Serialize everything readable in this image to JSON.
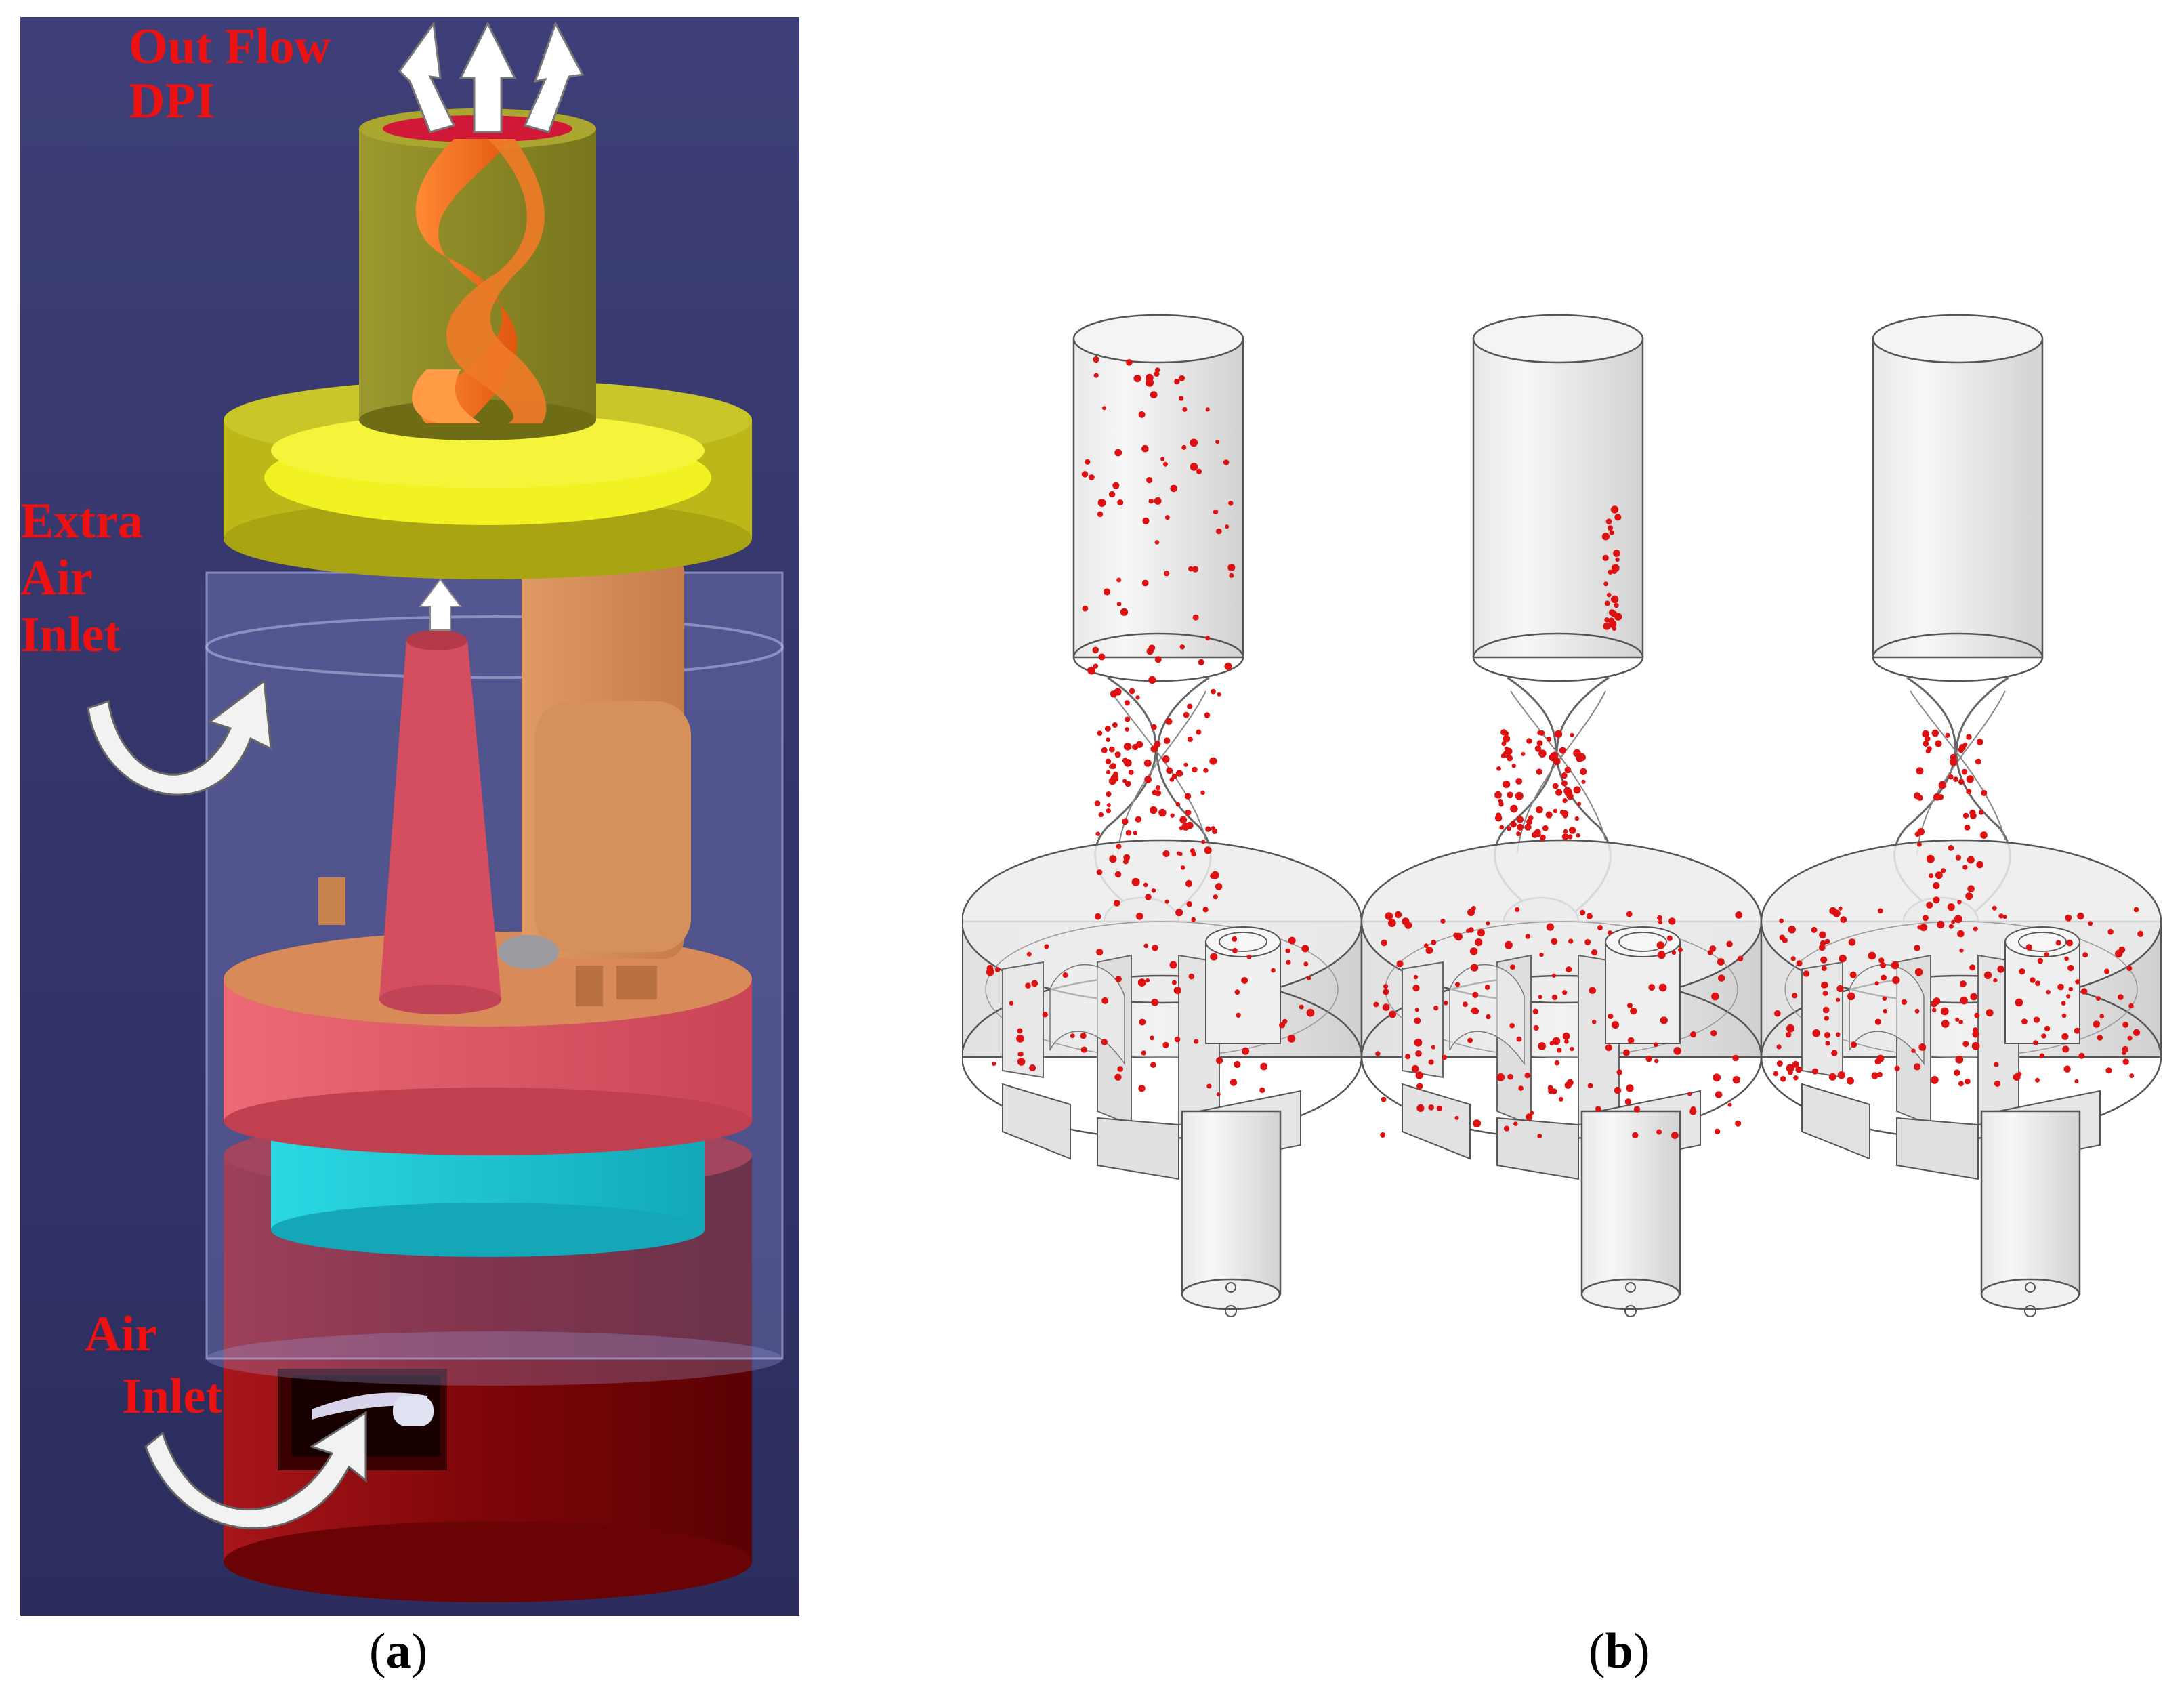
{
  "panel_a": {
    "labels": {
      "out_flow_line1": "Out Flow",
      "out_flow_line2": "DPI",
      "extra_air_line1": "Extra",
      "extra_air_line2": "Air",
      "extra_air_line3": "Inlet",
      "air_inlet_line1": "Air",
      "air_inlet_line2": "Inlet"
    },
    "colors": {
      "background": "#36376e",
      "cap_yellow": "#e3e319",
      "mouthpiece_olive": "#8d8a2a",
      "helix_orange": "#f06a1a",
      "capsule_tan": "#d88b58",
      "pink_ring": "#e05566",
      "cyan_ring": "#17c9d6",
      "base_darkred": "#8a0b0e",
      "label_red": "#ee1111"
    }
  },
  "panel_b": {
    "views": [
      "view-1",
      "view-2",
      "view-3"
    ],
    "particle_color": "#dd1111"
  },
  "captions": {
    "a_open": "(",
    "a_letter": "a",
    "a_close": ")",
    "b_open": "(",
    "b_letter": "b",
    "b_close": ")"
  }
}
